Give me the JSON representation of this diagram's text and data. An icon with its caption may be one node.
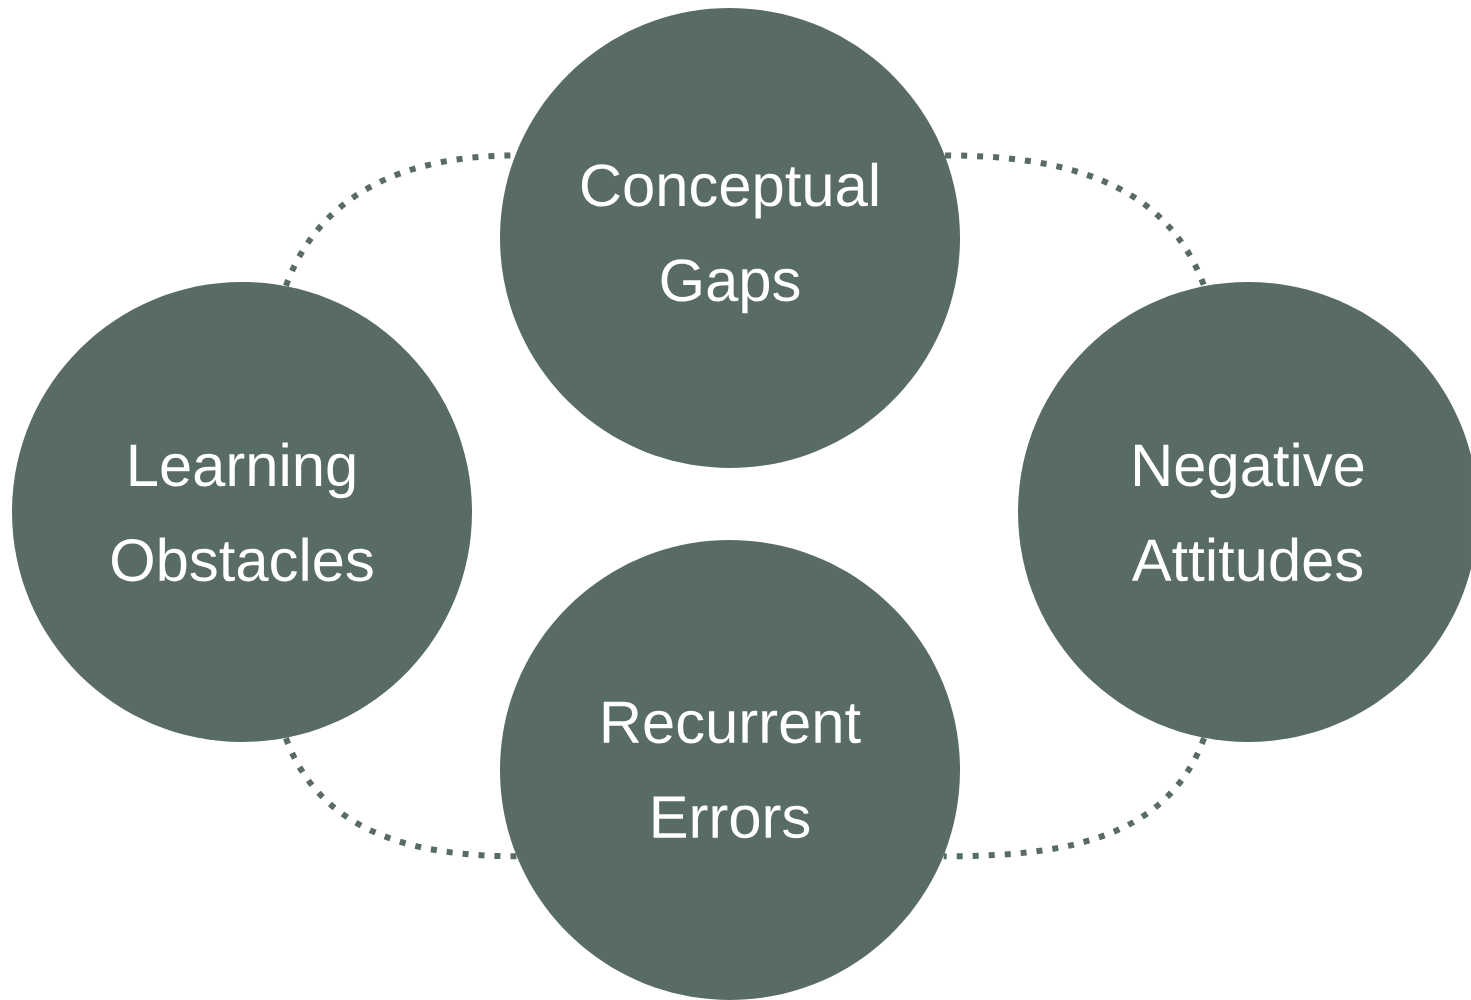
{
  "diagram": {
    "nodes": [
      {
        "text": [
          "Conceptual Gaps"
        ]
      },
      {
        "text": [
          "Learning Obstacles"
        ]
      },
      {
        "text": [
          "Negative Attitudes"
        ]
      },
      {
        "text": [
          "Recurrent Errors"
        ]
      }
    ],
    "edges": [
      {
        "from": 1,
        "to": 0,
        "arrow": "none",
        "style": "dashed"
      },
      {
        "from": 0,
        "to": 2,
        "arrow": "none",
        "style": "dashed"
      },
      {
        "from": 1,
        "to": 3,
        "arrow": "none",
        "style": "dashed"
      },
      {
        "from": 2,
        "to": 3,
        "arrow": "none",
        "style": "dashed"
      }
    ]
  }
}
